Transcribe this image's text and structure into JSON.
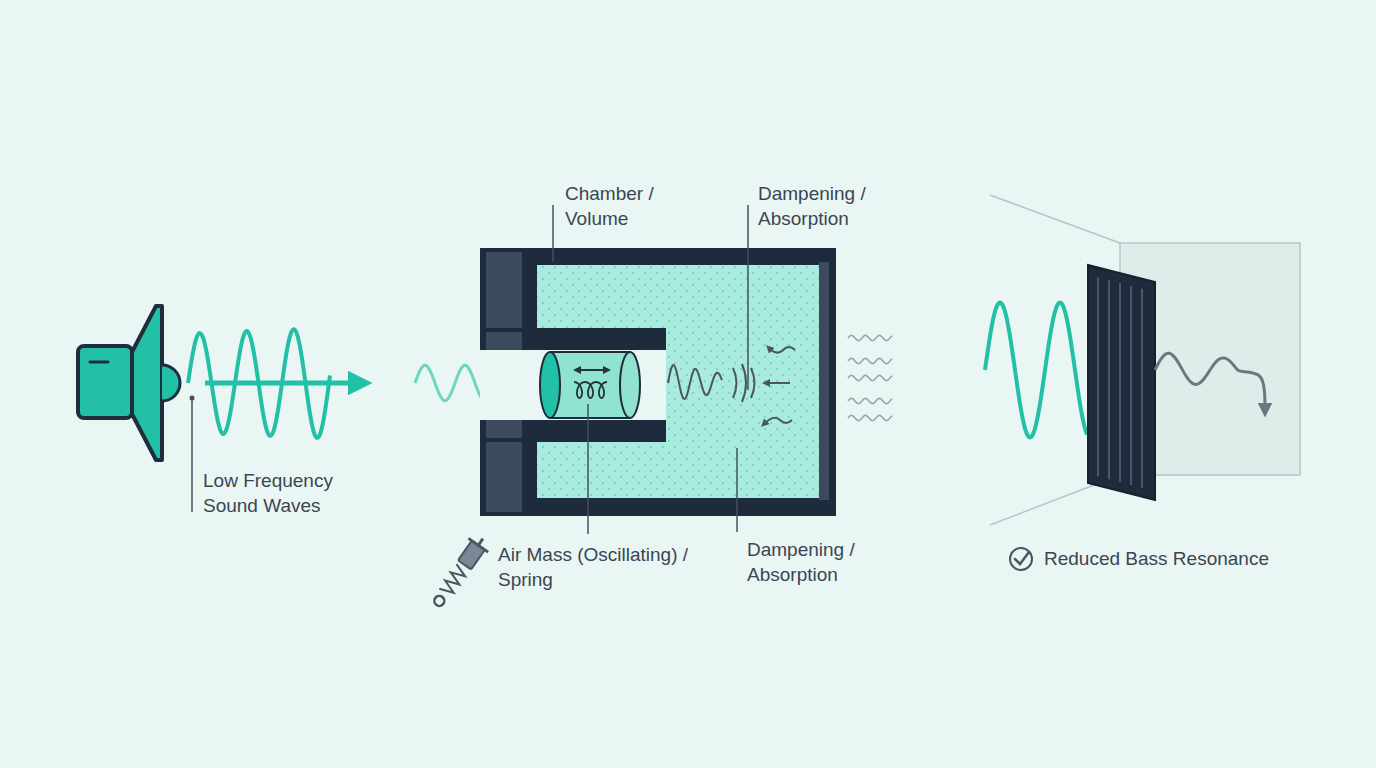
{
  "diagram": {
    "labels": [
      "Low Frequency Sound Waves",
      "Chamber / Volume",
      "Dampening / Absorption",
      "Air Mass (Oscillating) / Spring",
      "Dampening / Absorption",
      "Reduced Bass Resonance"
    ]
  }
}
